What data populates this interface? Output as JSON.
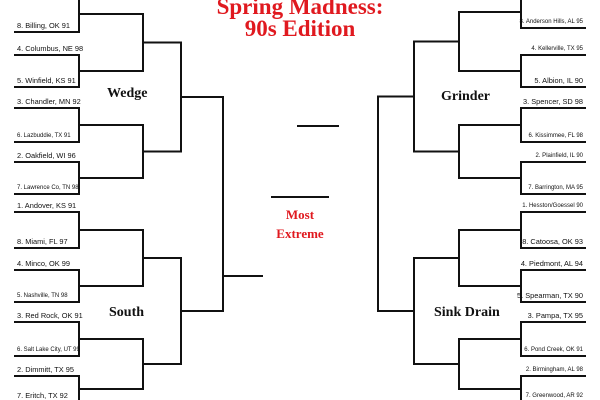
{
  "title": {
    "line1": "Spring Madness:",
    "line2": "90s Edition"
  },
  "center": {
    "line1": "Most",
    "line2": "Extreme"
  },
  "colors": {
    "title_red": "#e0191f",
    "line": "#111111",
    "text": "#111111"
  },
  "regions": {
    "left_top": {
      "name": "Wedge",
      "teams": [
        "",
        "8. Billing, OK 91",
        "4. Columbus, NE 98",
        "5. Winfield, KS 91",
        "3. Chandler, MN 92",
        "6. Lazbuddie, TX 91",
        "2. Oakfield, WI 96",
        "7. Lawrence Co, TN 98"
      ]
    },
    "left_bottom": {
      "name": "South",
      "teams": [
        "1. Andover, KS 91",
        "8. Miami, FL 97",
        "4. Minco, OK 99",
        "5. Nashville, TN 98",
        "3. Red Rock, OK 91",
        "6. Salt Lake City, UT 99",
        "2. Dimmitt, TX 95",
        "7. Eritch, TX 92"
      ]
    },
    "right_top": {
      "name": "Grinder",
      "teams": [
        "",
        "8. Anderson Hills, AL 95",
        "4. Kellerville, TX 95",
        "5. Albion, IL 90",
        "3. Spencer, SD 98",
        "6. Kissimmee, FL 98",
        "2. Plainfield, IL 90",
        "7. Barrington, MA 95"
      ]
    },
    "right_bottom": {
      "name": "Sink Drain",
      "teams": [
        "1. Hesston/Goessel 90",
        "8. Catoosa, OK 93",
        "4. Piedmont, AL 94",
        "5. Spearman, TX 90",
        "3. Pampa, TX 95",
        "6. Pond Creek, OK 91",
        "2. Birmingham, AL 98",
        "7. Greenwood, AR 92"
      ]
    }
  }
}
